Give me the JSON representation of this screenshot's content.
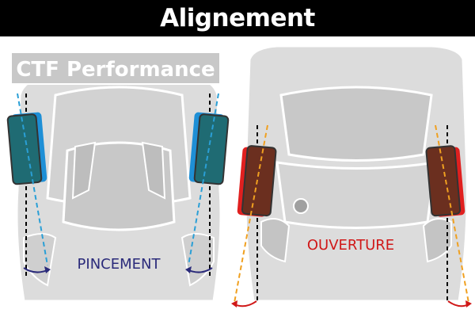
{
  "title": "Alignement",
  "brand": {
    "logo_text": "CTF Performance"
  },
  "panels": {
    "toe_in": {
      "label": "PINCEMENT"
    },
    "toe_out": {
      "label": "OUVERTURE"
    }
  },
  "colors": {
    "header_bg": "#000000",
    "header_text": "#ffffff",
    "car_body": "#dcdcdc",
    "car_outline": "#ffffff",
    "tire_toe_in": "#1f6b73",
    "tire_toe_in_edge": "#1e8fd6",
    "tire_toe_out": "#6b2f1f",
    "tire_toe_out_edge": "#e0201f",
    "toe_in_line": "#2a9fd6",
    "toe_out_line": "#f0a020",
    "toe_in_text": "#2a2a7a",
    "toe_out_text": "#d01818",
    "arrow_toe_in": "#2a2a7a",
    "arrow_toe_out": "#d01818"
  }
}
